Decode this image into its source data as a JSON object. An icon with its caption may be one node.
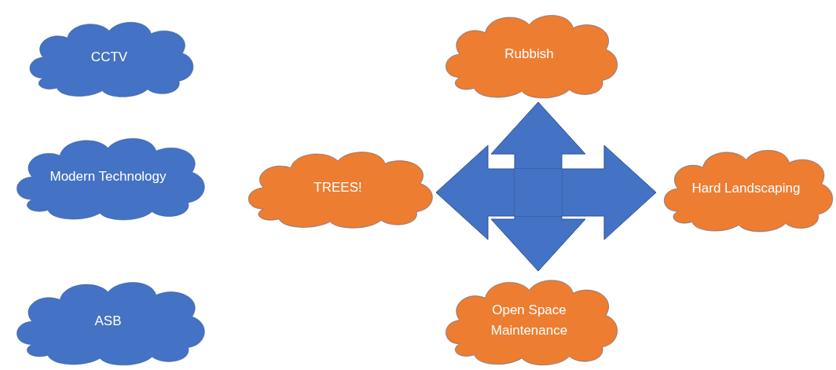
{
  "diagram": {
    "nodes": [
      {
        "text": [
          "CCTV"
        ]
      },
      {
        "text": [
          "Modern Technology"
        ]
      },
      {
        "text": [
          "ASB"
        ]
      },
      {
        "text": [
          "Rubbish"
        ]
      },
      {
        "text": [
          "TREES!"
        ]
      },
      {
        "text": [
          "Hard Landscaping"
        ]
      },
      {
        "text": [
          "Open Space Maintenance"
        ]
      },
      {
        "text": [],
        "shape": "box"
      }
    ],
    "edges": [
      {
        "from": 7,
        "to": 3,
        "arrow": "to",
        "style": "thick"
      },
      {
        "from": 7,
        "to": 4,
        "arrow": "to",
        "style": "thick"
      },
      {
        "from": 7,
        "to": 5,
        "arrow": "to",
        "style": "thick"
      },
      {
        "from": 7,
        "to": 6,
        "arrow": "to",
        "style": "thick"
      }
    ]
  }
}
